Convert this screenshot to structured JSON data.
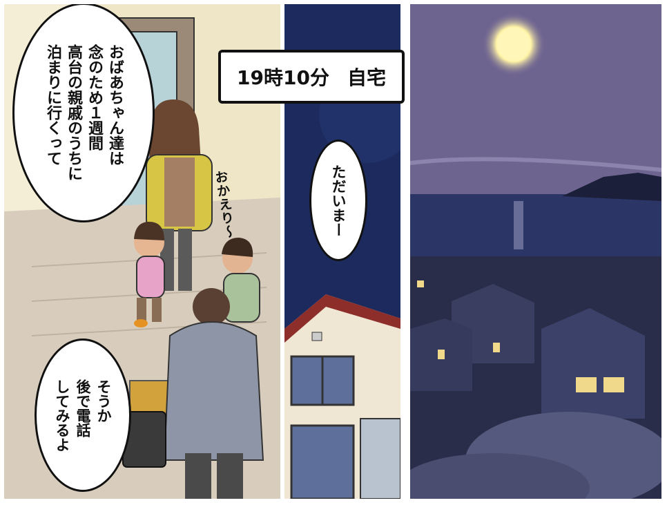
{
  "caption": {
    "time": "19時10分",
    "place": "自宅"
  },
  "bubbles": {
    "grandma": [
      "おばあちゃん達は",
      "念のため１週間",
      "高台の親戚のうちに",
      "泊まりに行くって"
    ],
    "reply": [
      "そうか",
      "後で電話",
      "してみるよ"
    ],
    "tadaima": [
      "ただいまー"
    ]
  },
  "sfx": {
    "okaeri": "おかえり〜"
  },
  "colors": {
    "night_sky": "#1c2a5e",
    "dusk_sky": "#6e6490",
    "moon": "#fff3a6",
    "wall": "#efe6c8"
  }
}
